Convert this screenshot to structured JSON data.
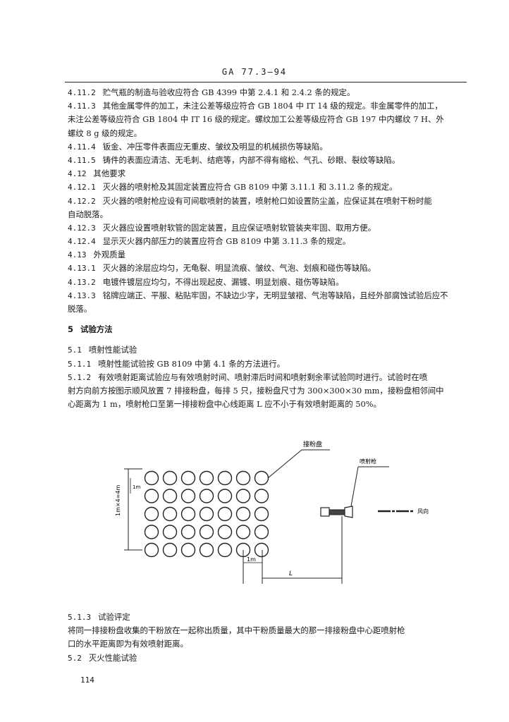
{
  "header": {
    "code": "GA 77.3—94"
  },
  "lines": [
    {
      "num": "4.11.2",
      "text": "贮气瓶的制造与验收应符合 GB 4399 中第 2.4.1 和 2.4.2 条的规定。"
    },
    {
      "num": "4.11.3",
      "text": "其他金属零件的加工，未注公差等级应符合 GB 1804 中 IT 14 级的规定。非金属零件的加工，"
    },
    {
      "num": "",
      "text": "未注公差等级应符合 GB 1804 中 IT 16 级的规定。螺纹加工公差等级应符合 GB 197 中内螺纹 7 H、外"
    },
    {
      "num": "",
      "text": "螺纹 8 g 级的规定。"
    },
    {
      "num": "4.11.4",
      "text": "钣金、冲压零件表面应无重皮、皱纹及明显的机械损伤等缺陷。"
    },
    {
      "num": "4.11.5",
      "text": "铸件的表面应清洁、无毛刺、结疤等，内部不得有缩松、气孔、砂眼、裂纹等缺陷。"
    },
    {
      "num": "4.12",
      "text": "其他要求"
    },
    {
      "num": "4.12.1",
      "text": "灭火器的喷射枪及其固定装置应符合 GB 8109 中第 3.11.1 和 3.11.2 条的规定。"
    },
    {
      "num": "4.12.2",
      "text": "灭火器的喷射枪应设有可间歇喷射的装置，喷射枪口如设置防尘盖，应保证其在喷射干粉时能"
    },
    {
      "num": "",
      "text": "自动脱落。"
    },
    {
      "num": "4.12.3",
      "text": "灭火器应设置喷射软管的固定装置，且应保证喷射软管装夹牢固、取用方便。"
    },
    {
      "num": "4.12.4",
      "text": "显示灭火器内部压力的装置应符合 GB 8109 中第 3.11.3 条的规定。"
    },
    {
      "num": "4.13",
      "text": "外观质量"
    },
    {
      "num": "4.13.1",
      "text": "灭火器的涂层应均匀，无龟裂、明显流痕、皱纹、气泡、划痕和碰伤等缺陷。"
    },
    {
      "num": "4.13.2",
      "text": "电镀件镀层应均匀，不得出现起皮、漏镀、明显划痕、碰伤等缺陷。"
    },
    {
      "num": "4.13.3",
      "text": "铭牌应端正、平服、粘贴牢固，不缺边少字，无明显皱褶、气泡等缺陷，且经外部腐蚀试验后应不"
    },
    {
      "num": "",
      "text": "脱落。"
    }
  ],
  "section5": {
    "num": "5",
    "title": "试验方法"
  },
  "lines2": [
    {
      "num": "5.1",
      "text": "喷射性能试验"
    },
    {
      "num": "5.1.1",
      "text": "喷射性能试验按 GB 8109 中第 4.1 条的方法进行。"
    },
    {
      "num": "5.1.2",
      "text": "有效喷射距离试验应与有效喷射时间、喷射滞后时间和喷射剩余率试验同时进行。试验时在喷"
    },
    {
      "num": "",
      "text": "射方向前方按图示顺风放置 7 排接粉盘，每排 5 只，接粉盘尺寸为 300×300×30 mm，接粉盘相邻间中"
    },
    {
      "num": "",
      "text": "心距离为 1 m，喷射枪口至第一排接粉盘中心线距离 L 应不小于有效喷射距离的 50%。"
    }
  ],
  "figure": {
    "label_tray": "接粉盘",
    "label_gun": "喷射枪",
    "label_wind": "风向",
    "label_1m_v": "1m",
    "label_1m_h": "1m",
    "label_4m": "1m×4=4m",
    "label_L": "L",
    "rows": 5,
    "cols": 7
  },
  "lines3": [
    {
      "num": "5.1.3",
      "text": "试验评定"
    },
    {
      "num": "",
      "text": "将同一排接粉盘收集的干粉放在一起称出质量，其中干粉质量最大的那一排接粉盘中心距喷射枪"
    },
    {
      "num": "",
      "text": "口的水平距离即为有效喷射距离。"
    },
    {
      "num": "5.2",
      "text": "灭火性能试验"
    }
  ],
  "footer": {
    "page": "114"
  }
}
